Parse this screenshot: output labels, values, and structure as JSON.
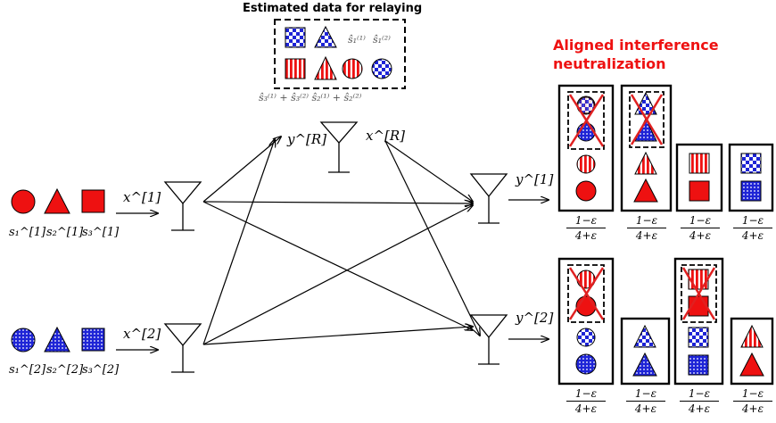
{
  "header": {
    "relay_title": "Estimated data for relaying",
    "neutralization_title_line1": "Aligned interference",
    "neutralization_title_line2": "neutralization"
  },
  "relay": {
    "est_label_1": "ŝ₁⁽¹⁾",
    "est_label_2": "ŝ₁⁽²⁾",
    "combo_label": "ŝ₃⁽¹⁾ + ŝ₃⁽²⁾ ŝ₂⁽¹⁾ + ŝ₂⁽²⁾",
    "rx_label": "y^[R]",
    "tx_label": "x^[R]"
  },
  "sources": {
    "user1": {
      "symbols": [
        "s₁^[1]",
        "s₂^[1]",
        "s₃^[1]"
      ],
      "tx_label": "x^[1]"
    },
    "user2": {
      "symbols": [
        "s₁^[2]",
        "s₂^[2]",
        "s₃^[2]"
      ],
      "tx_label": "x^[2]"
    }
  },
  "receivers": {
    "rx1_label": "y^[1]",
    "rx2_label": "y^[2]"
  },
  "fractions": {
    "numerator": "1−ε",
    "denominator": "4+ε"
  },
  "colors": {
    "red": "#ee1111",
    "blue": "#1e24d6",
    "black": "#000000"
  }
}
